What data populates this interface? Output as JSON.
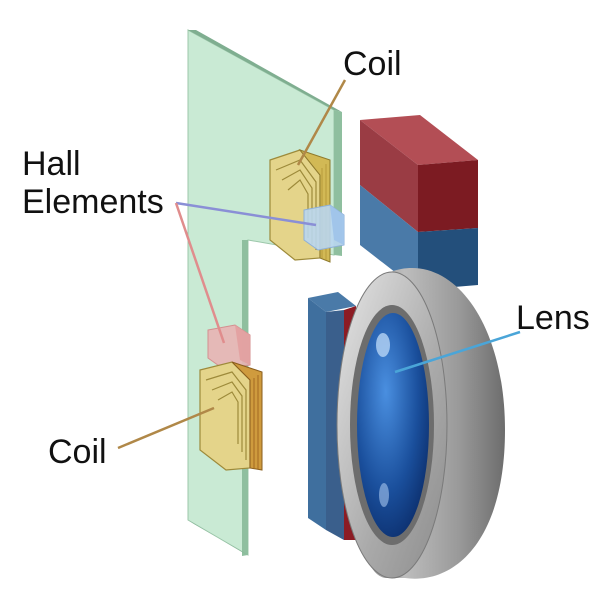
{
  "labels": {
    "coil_top": "Coil",
    "hall_line1": "Hall",
    "hall_line2": "Elements",
    "coil_bottom": "Coil",
    "lens": "Lens"
  },
  "colors": {
    "panel": "#bfe6cc",
    "coil": "#d9c77a",
    "magnet_red": "#8c1c24",
    "magnet_blue": "#2f5a85",
    "lens_ring": "#a8a8a8",
    "lens_glass": "#1a4f9c",
    "line_coil": "#b08848",
    "line_hall_blue": "#8a8fd6",
    "line_hall_red": "#e08d8d",
    "line_lens": "#4aa5d8"
  }
}
